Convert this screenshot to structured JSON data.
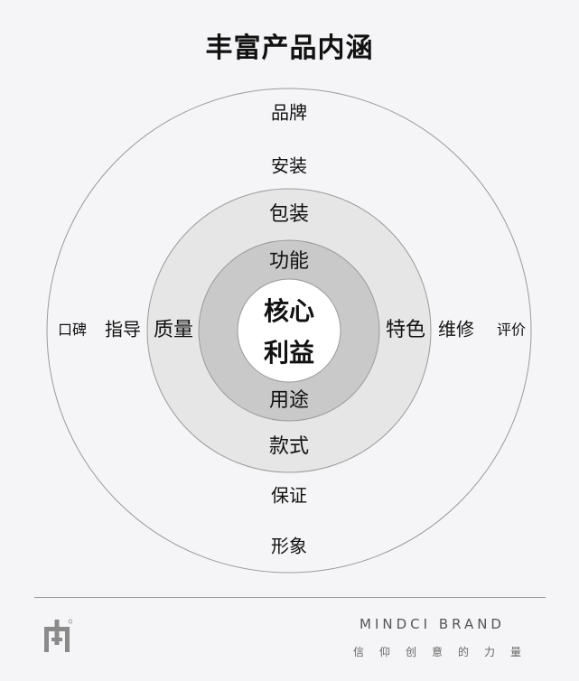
{
  "title": "丰富产品内涵",
  "rings": {
    "outer": {
      "top": "品牌",
      "top2": "安装",
      "left": "口碑",
      "left2": "指导",
      "right": "评价",
      "right2": "维修",
      "bottom2": "保证",
      "bottom": "形象"
    },
    "middle": {
      "top": "包装",
      "left": "质量",
      "right": "特色",
      "bottom": "款式"
    },
    "inner": {
      "top": "功能",
      "bottom": "用途"
    },
    "core": {
      "line1": "核心",
      "line2": "利益"
    }
  },
  "colors": {
    "outer_fill": "#f5f5f7",
    "middle_fill": "#e6e6e6",
    "inner_fill": "#c9c9c9",
    "core_fill": "#ffffff",
    "stroke": "#9a9a9a"
  },
  "footer": {
    "brand": "MINDCI BRAND",
    "slogan": "信仰创意的力量"
  }
}
